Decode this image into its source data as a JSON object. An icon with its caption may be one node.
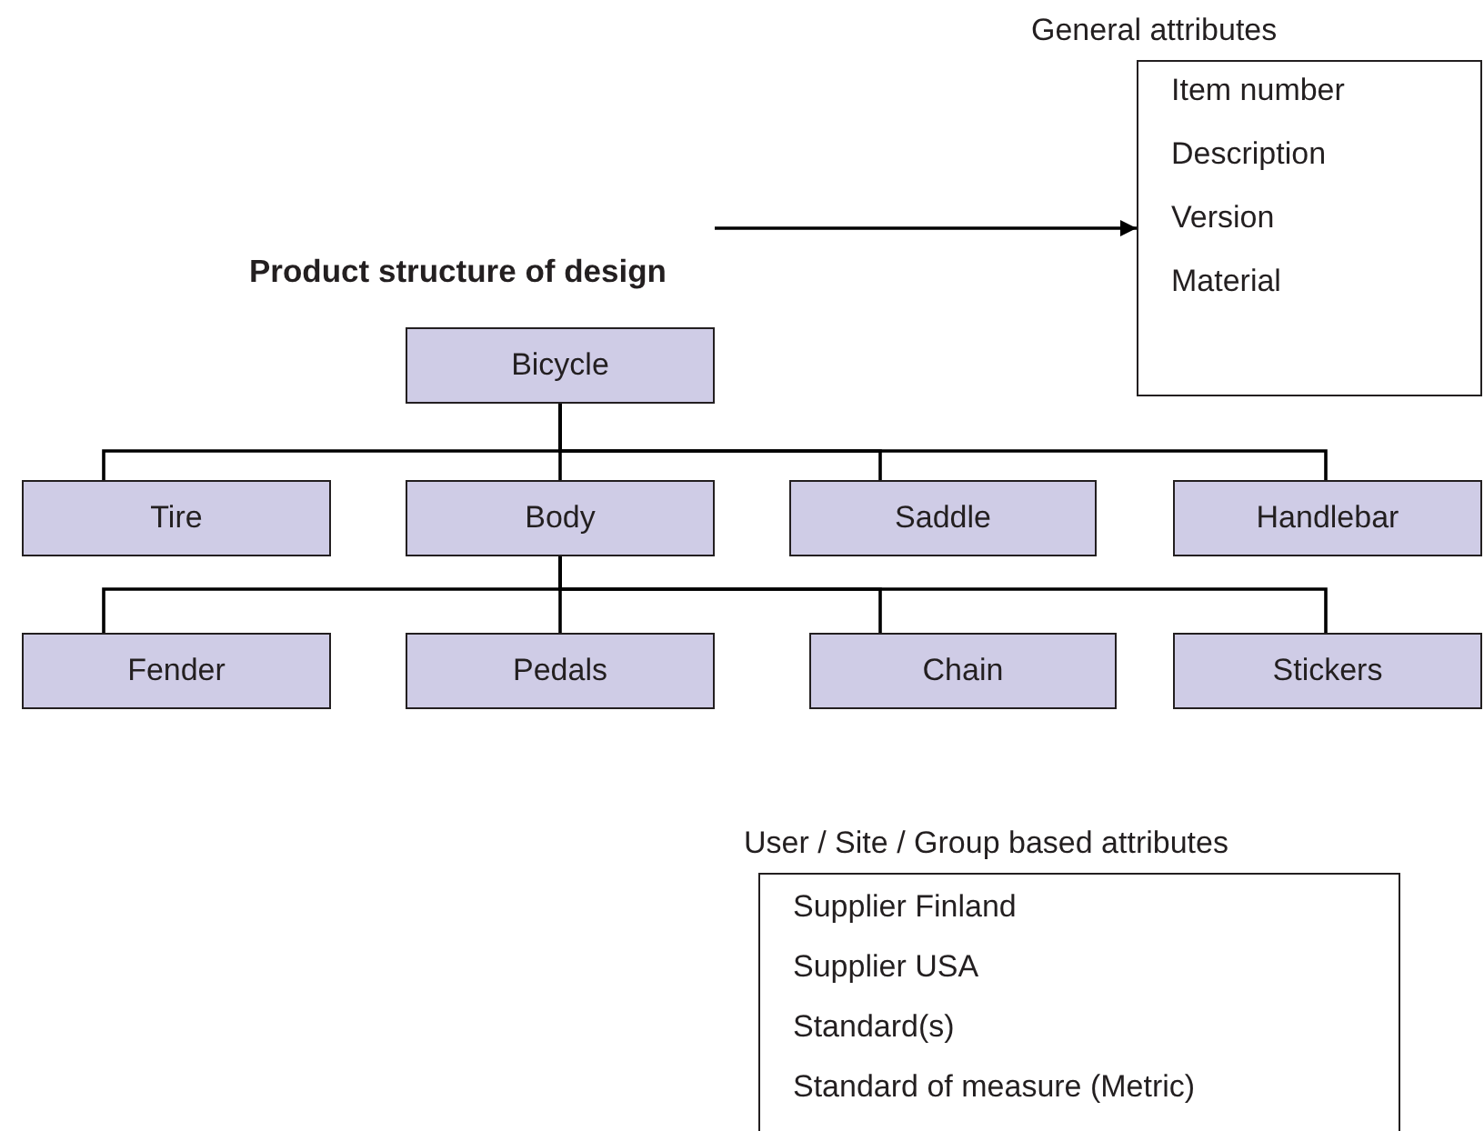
{
  "diagram": {
    "title": "Product structure of design",
    "nodes": [
      {
        "text": [
          "Bicycle"
        ]
      },
      {
        "text": [
          "General attributes",
          "Item number",
          "Description",
          "Version",
          "Material"
        ]
      },
      {
        "text": [
          "Tire"
        ]
      },
      {
        "text": [
          "Body"
        ]
      },
      {
        "text": [
          "Saddle"
        ]
      },
      {
        "text": [
          "Handlebar"
        ]
      },
      {
        "text": [
          "Fender"
        ]
      },
      {
        "text": [
          "Pedals"
        ]
      },
      {
        "text": [
          "Chain"
        ]
      },
      {
        "text": [
          "Stickers"
        ]
      },
      {
        "text": [
          "User / Site / Group based attributes",
          "Supplier Finland",
          "Supplier USA",
          "Standard(s)",
          "Standard of measure (Metric)"
        ]
      }
    ],
    "edges": [
      {
        "from": 0,
        "to": 1,
        "arrow": "to"
      },
      {
        "from": 0,
        "to": 2,
        "arrow": "none"
      },
      {
        "from": 0,
        "to": 3,
        "arrow": "none"
      },
      {
        "from": 0,
        "to": 4,
        "arrow": "none"
      },
      {
        "from": 0,
        "to": 5,
        "arrow": "none"
      },
      {
        "from": 3,
        "to": 6,
        "arrow": "none"
      },
      {
        "from": 3,
        "to": 7,
        "arrow": "none"
      },
      {
        "from": 3,
        "to": 8,
        "arrow": "none"
      },
      {
        "from": 3,
        "to": 9,
        "arrow": "none"
      }
    ]
  }
}
